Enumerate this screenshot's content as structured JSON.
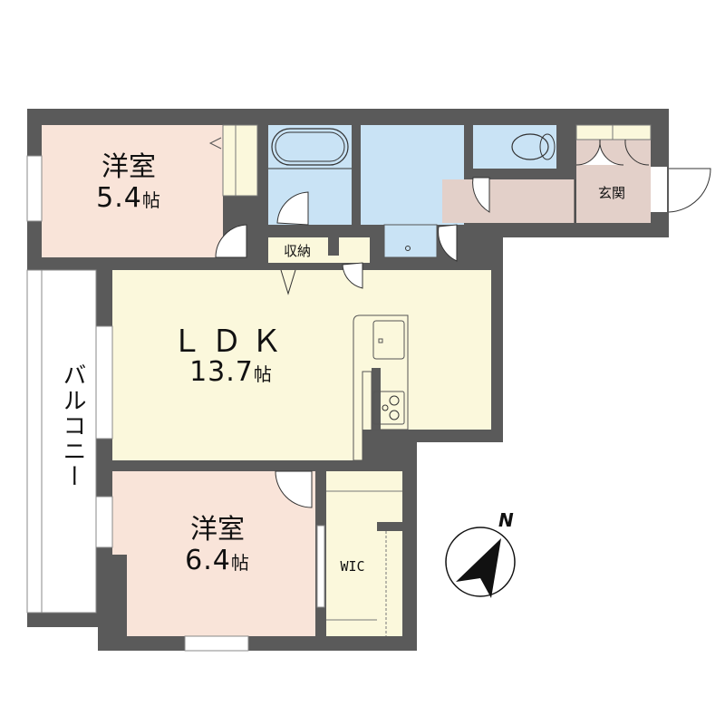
{
  "floor_plan": {
    "rooms": [
      {
        "id": "western-room-1",
        "name": "洋室",
        "size": "5.4",
        "unit": "帖",
        "color": "#f9e4d9"
      },
      {
        "id": "ldk",
        "name": "ＬＤＫ",
        "size": "13.7",
        "unit": "帖",
        "color": "#fbf8dc"
      },
      {
        "id": "western-room-2",
        "name": "洋室",
        "size": "6.4",
        "unit": "帖",
        "color": "#f9e4d9"
      },
      {
        "id": "storage",
        "name": "収納",
        "color": "#fbf8dc"
      },
      {
        "id": "entrance",
        "name": "玄関",
        "color": "#e3d0c9"
      },
      {
        "id": "walk-in-closet",
        "name": "WIC",
        "color": "#fbf8dc"
      },
      {
        "id": "balcony",
        "name": "バルコニー",
        "color": "#ffffff"
      }
    ],
    "compass": {
      "label": "N"
    },
    "colors": {
      "wall": "#5a5a5a",
      "wet_area": "#c9e3f5",
      "hallway": "#e3d0c9",
      "bedroom": "#f9e4d9",
      "ldk": "#fbf8dc"
    }
  }
}
